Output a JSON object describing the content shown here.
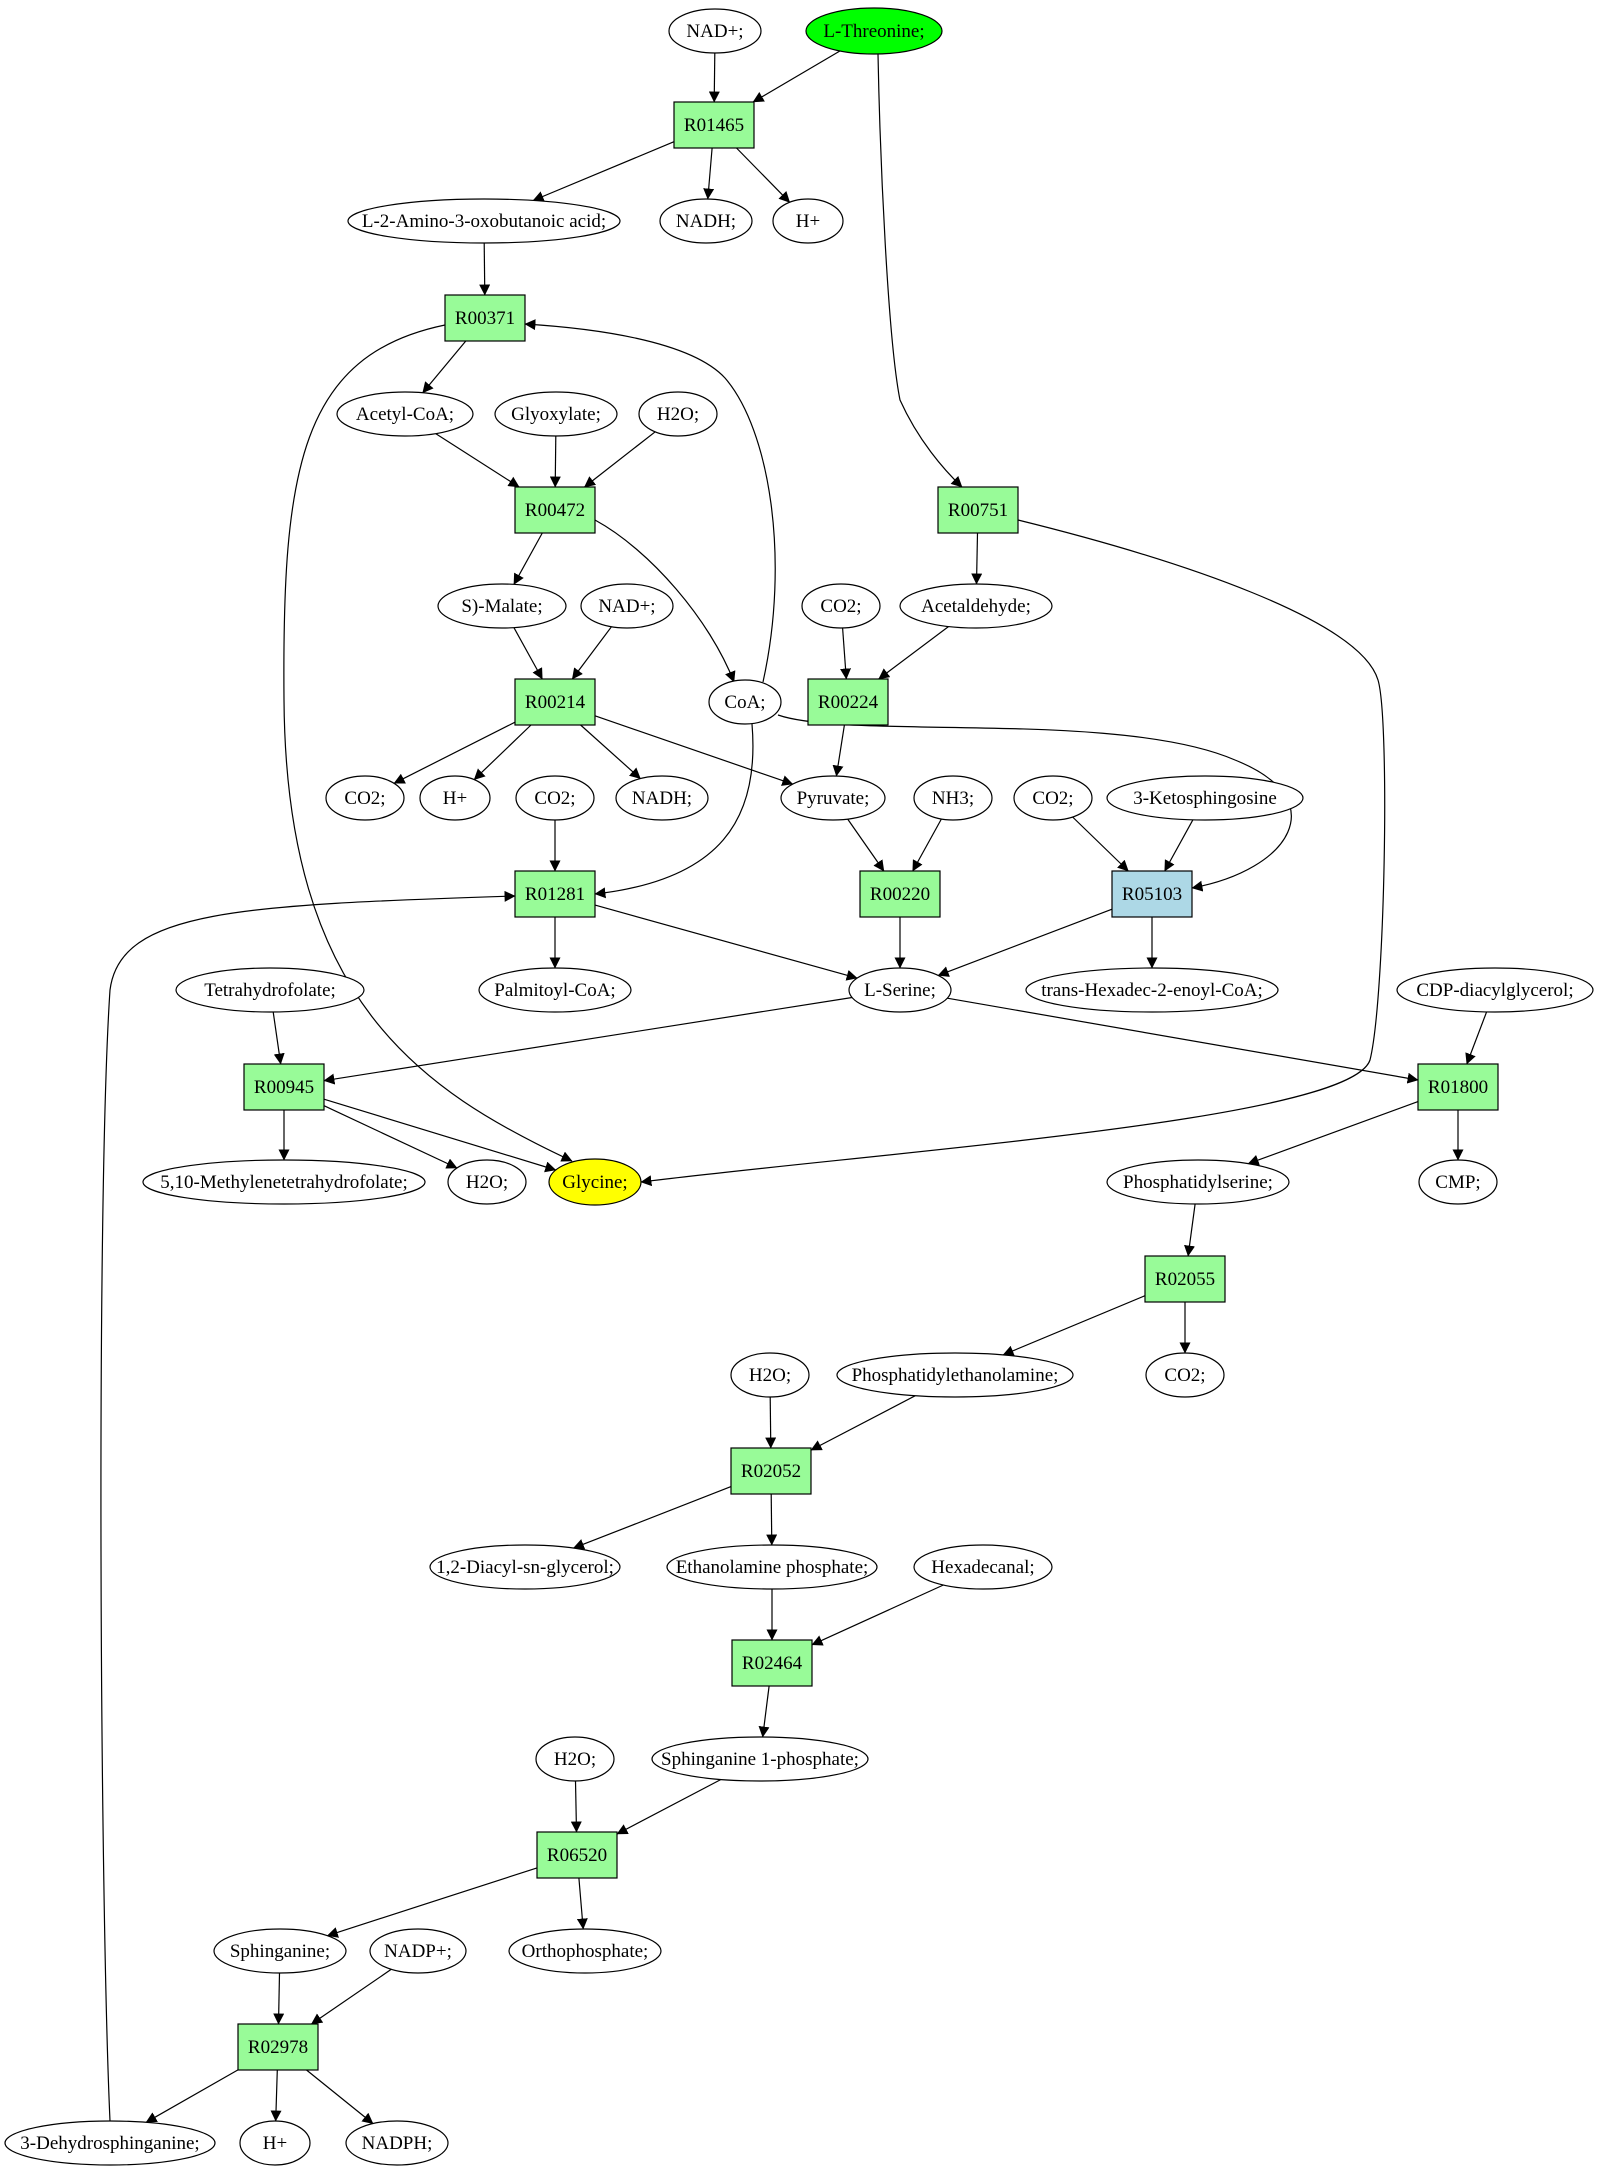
{
  "colors": {
    "reaction": "#98fb98",
    "reaction_alt": "#add8e6",
    "source": "#00ff00",
    "target": "#ffff00",
    "compound": "#ffffff",
    "stroke": "#000000"
  },
  "nodes": [
    {
      "id": "nad_1",
      "label": "NAD+;",
      "kind": "compound"
    },
    {
      "id": "l_threonine",
      "label": "L-Threonine;",
      "kind": "source"
    },
    {
      "id": "r01465",
      "label": "R01465",
      "kind": "reaction"
    },
    {
      "id": "l2amino",
      "label": "L-2-Amino-3-oxobutanoic acid;",
      "kind": "compound"
    },
    {
      "id": "nadh_1",
      "label": "NADH;",
      "kind": "compound"
    },
    {
      "id": "h_1",
      "label": "H+",
      "kind": "compound"
    },
    {
      "id": "r00371",
      "label": "R00371",
      "kind": "reaction"
    },
    {
      "id": "acetyl_coa",
      "label": "Acetyl-CoA;",
      "kind": "compound"
    },
    {
      "id": "glyoxylate",
      "label": "Glyoxylate;",
      "kind": "compound"
    },
    {
      "id": "h2o_1",
      "label": "H2O;",
      "kind": "compound"
    },
    {
      "id": "r00472",
      "label": "R00472",
      "kind": "reaction"
    },
    {
      "id": "r00751",
      "label": "R00751",
      "kind": "reaction"
    },
    {
      "id": "s_malate",
      "label": "S)-Malate;",
      "kind": "compound"
    },
    {
      "id": "nad_2",
      "label": "NAD+;",
      "kind": "compound"
    },
    {
      "id": "co2_1",
      "label": "CO2;",
      "kind": "compound"
    },
    {
      "id": "acetaldehyde",
      "label": "Acetaldehyde;",
      "kind": "compound"
    },
    {
      "id": "r00214",
      "label": "R00214",
      "kind": "reaction"
    },
    {
      "id": "coa",
      "label": "CoA;",
      "kind": "compound"
    },
    {
      "id": "r00224",
      "label": "R00224",
      "kind": "reaction"
    },
    {
      "id": "co2_2",
      "label": "CO2;",
      "kind": "compound"
    },
    {
      "id": "h_2",
      "label": "H+",
      "kind": "compound"
    },
    {
      "id": "co2_3",
      "label": "CO2;",
      "kind": "compound"
    },
    {
      "id": "nadh_2",
      "label": "NADH;",
      "kind": "compound"
    },
    {
      "id": "pyruvate",
      "label": "Pyruvate;",
      "kind": "compound"
    },
    {
      "id": "nh3",
      "label": "NH3;",
      "kind": "compound"
    },
    {
      "id": "co2_4",
      "label": "CO2;",
      "kind": "compound"
    },
    {
      "id": "ketosphingosine",
      "label": "3-Ketosphingosine",
      "kind": "compound"
    },
    {
      "id": "r01281",
      "label": "R01281",
      "kind": "reaction"
    },
    {
      "id": "r00220",
      "label": "R00220",
      "kind": "reaction"
    },
    {
      "id": "r05103",
      "label": "R05103",
      "kind": "reaction_alt"
    },
    {
      "id": "thf",
      "label": "Tetrahydrofolate;",
      "kind": "compound"
    },
    {
      "id": "palmitoyl_coa",
      "label": "Palmitoyl-CoA;",
      "kind": "compound"
    },
    {
      "id": "l_serine",
      "label": "L-Serine;",
      "kind": "compound"
    },
    {
      "id": "hexadecenoyl",
      "label": "trans-Hexadec-2-enoyl-CoA;",
      "kind": "compound"
    },
    {
      "id": "cdp_dag",
      "label": "CDP-diacylglycerol;",
      "kind": "compound"
    },
    {
      "id": "r00945",
      "label": "R00945",
      "kind": "reaction"
    },
    {
      "id": "r01800",
      "label": "R01800",
      "kind": "reaction"
    },
    {
      "id": "methylene_thf",
      "label": "5,10-Methylenetetrahydrofolate;",
      "kind": "compound"
    },
    {
      "id": "h2o_2",
      "label": "H2O;",
      "kind": "compound"
    },
    {
      "id": "glycine",
      "label": "Glycine;",
      "kind": "target"
    },
    {
      "id": "phosphatidylserine",
      "label": "Phosphatidylserine;",
      "kind": "compound"
    },
    {
      "id": "cmp",
      "label": "CMP;",
      "kind": "compound"
    },
    {
      "id": "r02055",
      "label": "R02055",
      "kind": "reaction"
    },
    {
      "id": "h2o_3",
      "label": "H2O;",
      "kind": "compound"
    },
    {
      "id": "pe",
      "label": "Phosphatidylethanolamine;",
      "kind": "compound"
    },
    {
      "id": "co2_5",
      "label": "CO2;",
      "kind": "compound"
    },
    {
      "id": "r02052",
      "label": "R02052",
      "kind": "reaction"
    },
    {
      "id": "diacylglycerol",
      "label": "1,2-Diacyl-sn-glycerol;",
      "kind": "compound"
    },
    {
      "id": "ethanolamine_p",
      "label": "Ethanolamine phosphate;",
      "kind": "compound"
    },
    {
      "id": "hexadecanal",
      "label": "Hexadecanal;",
      "kind": "compound"
    },
    {
      "id": "r02464",
      "label": "R02464",
      "kind": "reaction"
    },
    {
      "id": "h2o_4",
      "label": "H2O;",
      "kind": "compound"
    },
    {
      "id": "sphinganine_1p",
      "label": "Sphinganine 1-phosphate;",
      "kind": "compound"
    },
    {
      "id": "r06520",
      "label": "R06520",
      "kind": "reaction"
    },
    {
      "id": "sphinganine",
      "label": "Sphinganine;",
      "kind": "compound"
    },
    {
      "id": "nadp",
      "label": "NADP+;",
      "kind": "compound"
    },
    {
      "id": "orthophosphate",
      "label": "Orthophosphate;",
      "kind": "compound"
    },
    {
      "id": "r02978",
      "label": "R02978",
      "kind": "reaction"
    },
    {
      "id": "dehydrosphinganine",
      "label": "3-Dehydrosphinganine;",
      "kind": "compound"
    },
    {
      "id": "h_3",
      "label": "H+",
      "kind": "compound"
    },
    {
      "id": "nadph",
      "label": "NADPH;",
      "kind": "compound"
    }
  ],
  "edges": [
    {
      "from": "nad_1",
      "to": "r01465"
    },
    {
      "from": "l_threonine",
      "to": "r01465"
    },
    {
      "from": "l_threonine",
      "to": "r00751"
    },
    {
      "from": "r01465",
      "to": "l2amino"
    },
    {
      "from": "r01465",
      "to": "nadh_1"
    },
    {
      "from": "r01465",
      "to": "h_1"
    },
    {
      "from": "l2amino",
      "to": "r00371"
    },
    {
      "from": "r00371",
      "to": "acetyl_coa"
    },
    {
      "from": "r00371",
      "to": "glycine"
    },
    {
      "from": "acetyl_coa",
      "to": "r00472"
    },
    {
      "from": "glyoxylate",
      "to": "r00472"
    },
    {
      "from": "h2o_1",
      "to": "r00472"
    },
    {
      "from": "r00472",
      "to": "s_malate"
    },
    {
      "from": "r00472",
      "to": "coa"
    },
    {
      "from": "coa",
      "to": "r00371"
    },
    {
      "from": "coa",
      "to": "r01281"
    },
    {
      "from": "coa",
      "to": "r05103"
    },
    {
      "from": "s_malate",
      "to": "r00214"
    },
    {
      "from": "nad_2",
      "to": "r00214"
    },
    {
      "from": "r00214",
      "to": "co2_2"
    },
    {
      "from": "r00214",
      "to": "h_2"
    },
    {
      "from": "r00214",
      "to": "nadh_2"
    },
    {
      "from": "r00214",
      "to": "pyruvate"
    },
    {
      "from": "r00751",
      "to": "acetaldehyde"
    },
    {
      "from": "r00751",
      "to": "glycine"
    },
    {
      "from": "co2_1",
      "to": "r00224"
    },
    {
      "from": "acetaldehyde",
      "to": "r00224"
    },
    {
      "from": "r00224",
      "to": "pyruvate"
    },
    {
      "from": "pyruvate",
      "to": "r00220"
    },
    {
      "from": "nh3",
      "to": "r00220"
    },
    {
      "from": "co2_3",
      "to": "r01281"
    },
    {
      "from": "co2_4",
      "to": "r05103"
    },
    {
      "from": "ketosphingosine",
      "to": "r05103"
    },
    {
      "from": "r01281",
      "to": "palmitoyl_coa"
    },
    {
      "from": "r01281",
      "to": "l_serine"
    },
    {
      "from": "r00220",
      "to": "l_serine"
    },
    {
      "from": "r05103",
      "to": "l_serine"
    },
    {
      "from": "r05103",
      "to": "hexadecenoyl"
    },
    {
      "from": "thf",
      "to": "r00945"
    },
    {
      "from": "l_serine",
      "to": "r00945"
    },
    {
      "from": "l_serine",
      "to": "r01800"
    },
    {
      "from": "cdp_dag",
      "to": "r01800"
    },
    {
      "from": "r00945",
      "to": "methylene_thf"
    },
    {
      "from": "r00945",
      "to": "h2o_2"
    },
    {
      "from": "r00945",
      "to": "glycine"
    },
    {
      "from": "r01800",
      "to": "phosphatidylserine"
    },
    {
      "from": "r01800",
      "to": "cmp"
    },
    {
      "from": "phosphatidylserine",
      "to": "r02055"
    },
    {
      "from": "r02055",
      "to": "pe"
    },
    {
      "from": "r02055",
      "to": "co2_5"
    },
    {
      "from": "h2o_3",
      "to": "r02052"
    },
    {
      "from": "pe",
      "to": "r02052"
    },
    {
      "from": "r02052",
      "to": "diacylglycerol"
    },
    {
      "from": "r02052",
      "to": "ethanolamine_p"
    },
    {
      "from": "ethanolamine_p",
      "to": "r02464"
    },
    {
      "from": "hexadecanal",
      "to": "r02464"
    },
    {
      "from": "r02464",
      "to": "sphinganine_1p"
    },
    {
      "from": "h2o_4",
      "to": "r06520"
    },
    {
      "from": "sphinganine_1p",
      "to": "r06520"
    },
    {
      "from": "r06520",
      "to": "sphinganine"
    },
    {
      "from": "r06520",
      "to": "orthophosphate"
    },
    {
      "from": "sphinganine",
      "to": "r02978"
    },
    {
      "from": "nadp",
      "to": "r02978"
    },
    {
      "from": "r02978",
      "to": "dehydrosphinganine"
    },
    {
      "from": "r02978",
      "to": "h_3"
    },
    {
      "from": "r02978",
      "to": "nadph"
    },
    {
      "from": "dehydrosphinganine",
      "to": "r01281"
    }
  ]
}
